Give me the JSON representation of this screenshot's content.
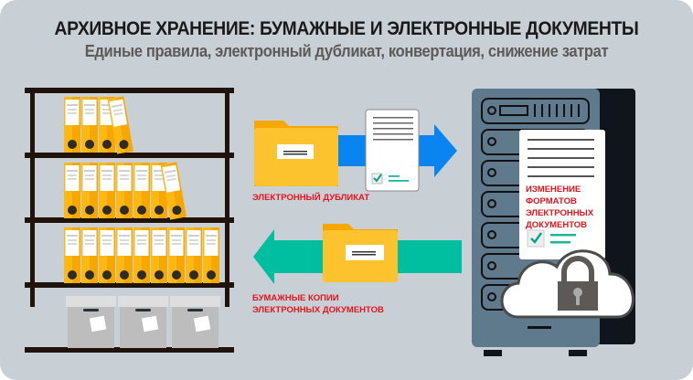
{
  "header": {
    "title": "АРХИВНОЕ ХРАНЕНИЕ: БУМАЖНЫЕ И ЭЛЕКТРОННЫЕ ДОКУМЕНТЫ",
    "subtitle": "Единые правила, электронный дубликат, конвертация, снижение затрат"
  },
  "shelf": {
    "rows": [
      {
        "binders": 3,
        "tilted": 1
      },
      {
        "binders": 6,
        "tilted": 1
      },
      {
        "binders": 9,
        "tilted": 0
      },
      {
        "boxes": 3
      }
    ]
  },
  "flows": {
    "electronic_duplicate": {
      "label": "ЭЛЕКТРОННЫЙ ДУБЛИКАТ",
      "direction": "right",
      "color": "#0a84f0"
    },
    "paper_copies": {
      "label": "БУМАЖНЫЕ КОПИИ\nЭЛЕКТРОННЫХ ДОКУМЕНТОВ",
      "direction": "left",
      "color": "#00bfa0"
    }
  },
  "server": {
    "document_label": "ИЗМЕНЕНИЕ\nФОРМАТОВ\nЭЛЕКТРОННЫХ\nДОКУМЕНТОВ",
    "cloud_icon": "cloud-lock-icon"
  },
  "colors": {
    "background": "#c8d0d6",
    "binder": "#fdb813",
    "shelf": "#1f130b",
    "server": "#5e7a8c",
    "label_red": "#e3141b"
  }
}
